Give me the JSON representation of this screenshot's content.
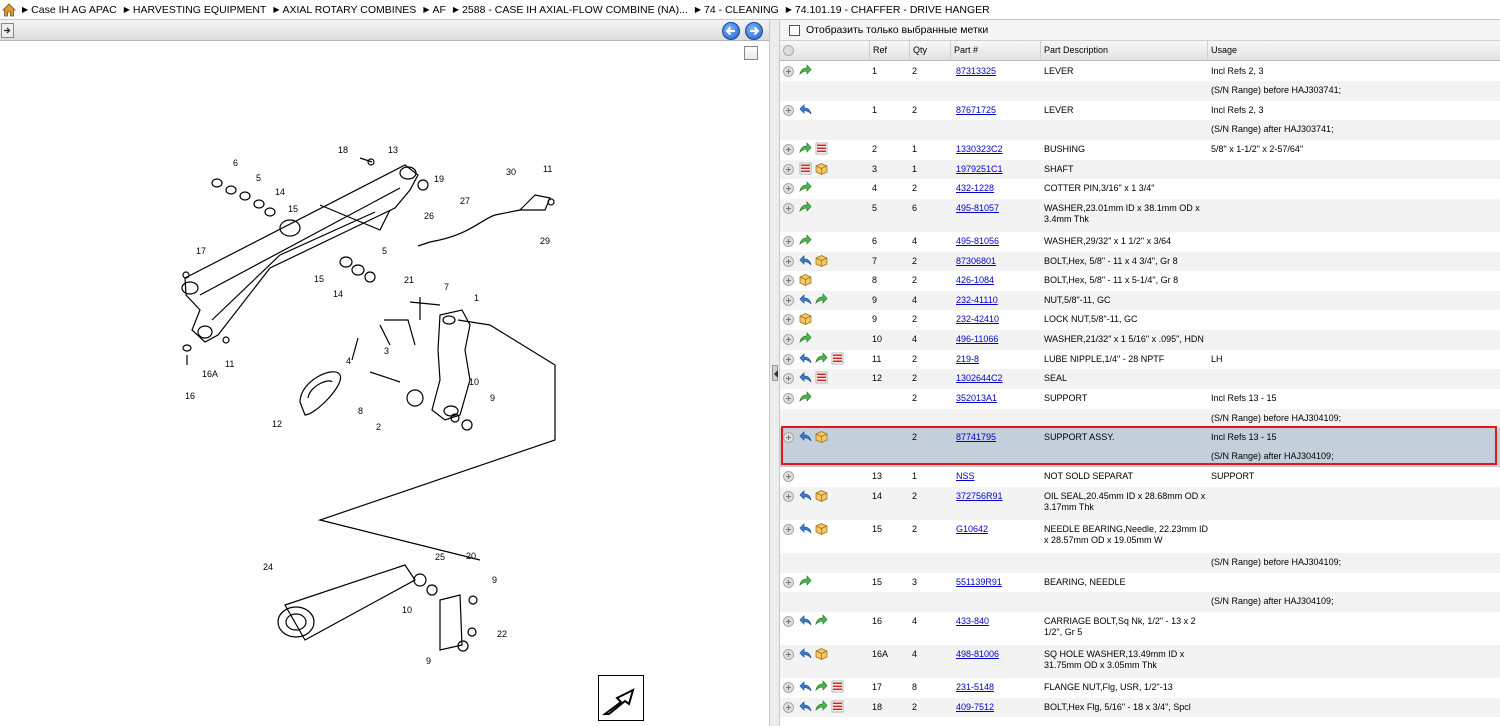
{
  "breadcrumb": [
    "Case IH AG APAC",
    "HARVESTING EQUIPMENT",
    "AXIAL ROTARY COMBINES",
    "AF",
    "2588 - CASE IH AXIAL-FLOW COMBINE (NA)...",
    "74 - CLEANING",
    "74.101.19 - CHAFFER - DRIVE HANGER"
  ],
  "filter": {
    "label": "Отобразить только выбранные метки"
  },
  "columns": {
    "ref": "Ref",
    "qty": "Qty",
    "part": "Part #",
    "desc": "Part Description",
    "usage": "Usage"
  },
  "colors": {
    "selected_row": "#c3d0db",
    "selection_border": "#e01818",
    "link": "#0000cc"
  },
  "icon_legend": {
    "arrow": "green-forward-arrow-icon",
    "back": "blue-back-arrow-icon",
    "list": "red-list-icon",
    "box": "package-box-icon"
  },
  "rows": [
    {
      "ref": "1",
      "qty": "2",
      "part": "87313325",
      "desc": "LEVER",
      "usage": "Incl Refs 2, 3",
      "icons": [
        "arrow"
      ]
    },
    {
      "ref": "",
      "qty": "",
      "part": "",
      "desc": "",
      "usage": "(S/N Range) before HAJ303741;",
      "icons": []
    },
    {
      "ref": "1",
      "qty": "2",
      "part": "87671725",
      "desc": "LEVER",
      "usage": "Incl Refs 2, 3",
      "icons": [
        "back"
      ]
    },
    {
      "ref": "",
      "qty": "",
      "part": "",
      "desc": "",
      "usage": "(S/N Range) after HAJ303741;",
      "icons": []
    },
    {
      "ref": "2",
      "qty": "1",
      "part": "1330323C2",
      "desc": "BUSHING",
      "usage": "5/8\" x 1-1/2\" x 2-57/64\"",
      "icons": [
        "arrow",
        "list"
      ]
    },
    {
      "ref": "3",
      "qty": "1",
      "part": "1979251C1",
      "desc": "SHAFT",
      "usage": "",
      "icons": [
        "list",
        "box"
      ]
    },
    {
      "ref": "4",
      "qty": "2",
      "part": "432-1228",
      "desc": "COTTER PIN,3/16\" x 1 3/4\"",
      "usage": "",
      "icons": [
        "arrow"
      ]
    },
    {
      "ref": "5",
      "qty": "6",
      "part": "495-81057",
      "desc": "WASHER,23.01mm ID x 38.1mm OD x 3.4mm Thk",
      "usage": "",
      "icons": [
        "arrow"
      ]
    },
    {
      "ref": "6",
      "qty": "4",
      "part": "495-81056",
      "desc": "WASHER,29/32\" x 1 1/2\" x 3/64",
      "usage": "",
      "icons": [
        "arrow"
      ]
    },
    {
      "ref": "7",
      "qty": "2",
      "part": "87306801",
      "desc": "BOLT,Hex, 5/8\" - 11 x 4 3/4\", Gr 8",
      "usage": "",
      "icons": [
        "back",
        "box"
      ]
    },
    {
      "ref": "8",
      "qty": "2",
      "part": "426-1084",
      "desc": "BOLT,Hex, 5/8\" - 11 x 5-1/4\", Gr 8",
      "usage": "",
      "icons": [
        "box"
      ]
    },
    {
      "ref": "9",
      "qty": "4",
      "part": "232-41110",
      "desc": "NUT,5/8\"-11, GC",
      "usage": "",
      "icons": [
        "back",
        "arrow"
      ]
    },
    {
      "ref": "9",
      "qty": "2",
      "part": "232-42410",
      "desc": "LOCK NUT,5/8\"-11, GC",
      "usage": "",
      "icons": [
        "box"
      ]
    },
    {
      "ref": "10",
      "qty": "4",
      "part": "496-11066",
      "desc": "WASHER,21/32\" x 1 5/16\" x .095\", HDN",
      "usage": "",
      "icons": [
        "arrow"
      ]
    },
    {
      "ref": "11",
      "qty": "2",
      "part": "219-8",
      "desc": "LUBE NIPPLE,1/4\" - 28 NPTF",
      "usage": "LH",
      "icons": [
        "back",
        "arrow",
        "list"
      ]
    },
    {
      "ref": "12",
      "qty": "2",
      "part": "1302644C2",
      "desc": "SEAL",
      "usage": "",
      "icons": [
        "back",
        "list"
      ]
    },
    {
      "ref": "",
      "qty": "2",
      "part": "352013A1",
      "desc": "SUPPORT",
      "usage": "Incl Refs 13 - 15",
      "icons": [
        "arrow"
      ]
    },
    {
      "ref": "",
      "qty": "",
      "part": "",
      "desc": "",
      "usage": "(S/N Range) before HAJ304109;",
      "icons": []
    },
    {
      "ref": "",
      "qty": "2",
      "part": "87741795",
      "desc": "SUPPORT ASSY.",
      "usage": "Incl Refs 13 - 15",
      "icons": [
        "back",
        "box"
      ],
      "selected": true
    },
    {
      "ref": "",
      "qty": "",
      "part": "",
      "desc": "",
      "usage": "(S/N Range) after HAJ304109;",
      "icons": [],
      "selected": true
    },
    {
      "ref": "13",
      "qty": "1",
      "part": "NSS",
      "desc": "NOT SOLD SEPARAT",
      "usage": "SUPPORT",
      "icons": []
    },
    {
      "ref": "14",
      "qty": "2",
      "part": "372756R91",
      "desc": "OIL SEAL,20.45mm ID x 28.68mm OD x 3.17mm Thk",
      "usage": "",
      "icons": [
        "back",
        "box"
      ]
    },
    {
      "ref": "15",
      "qty": "2",
      "part": "G10642",
      "desc": "NEEDLE BEARING,Needle, 22.23mm ID x 28.57mm OD x 19.05mm W",
      "usage": "",
      "icons": [
        "back",
        "box"
      ]
    },
    {
      "ref": "",
      "qty": "",
      "part": "",
      "desc": "",
      "usage": "(S/N Range) before HAJ304109;",
      "icons": []
    },
    {
      "ref": "15",
      "qty": "3",
      "part": "551139R91",
      "desc": "BEARING, NEEDLE",
      "usage": "",
      "icons": [
        "arrow"
      ]
    },
    {
      "ref": "",
      "qty": "",
      "part": "",
      "desc": "",
      "usage": "(S/N Range) after HAJ304109;",
      "icons": []
    },
    {
      "ref": "16",
      "qty": "4",
      "part": "433-840",
      "desc": "CARRIAGE BOLT,Sq Nk, 1/2\" - 13 x 2 1/2\", Gr 5",
      "usage": "",
      "icons": [
        "back",
        "arrow"
      ]
    },
    {
      "ref": "16A",
      "qty": "4",
      "part": "498-81006",
      "desc": "SQ HOLE WASHER,13.49mm ID x 31.75mm OD x 3.05mm Thk",
      "usage": "",
      "icons": [
        "back",
        "box"
      ]
    },
    {
      "ref": "17",
      "qty": "8",
      "part": "231-5148",
      "desc": "FLANGE NUT,Flg, USR, 1/2\"-13",
      "usage": "",
      "icons": [
        "back",
        "arrow",
        "list"
      ]
    },
    {
      "ref": "18",
      "qty": "2",
      "part": "409-7512",
      "desc": "BOLT,Hex Flg, 5/16\" - 18 x 3/4\", Spcl",
      "usage": "",
      "icons": [
        "back",
        "arrow",
        "list"
      ]
    }
  ],
  "diagram_labels": [
    "18",
    "13",
    "6",
    "5",
    "14",
    "15",
    "19",
    "30",
    "11",
    "27",
    "26",
    "29",
    "17",
    "15",
    "14",
    "5",
    "21",
    "7",
    "1",
    "3",
    "4",
    "16A",
    "11",
    "16",
    "12",
    "8",
    "2",
    "10",
    "9",
    "24",
    "25",
    "20",
    "9",
    "10",
    "22",
    "9"
  ]
}
